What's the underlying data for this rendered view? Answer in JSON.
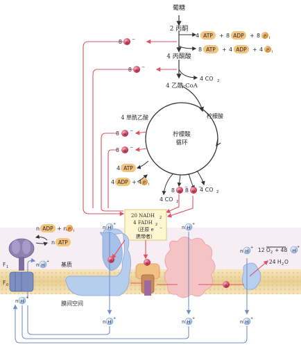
{
  "colors": {
    "red_arrow": "#e0505f",
    "blue_arrow": "#6f8fc8",
    "black_arrow": "#333333",
    "membrane": "#f1dcae",
    "matrix_bg": "#f7ecf3",
    "atp_pill": "#f3c47f",
    "electron": "#e2436a",
    "proton": "#cfe0f5",
    "complex_I": "#b9cff0",
    "complex_III": "#f6b9ba",
    "atp_synthase": "#9a8fb8",
    "center_box": "#fff6cc"
  },
  "icons": [
    "electron-ball",
    "proton-ball",
    "phosphate-ball",
    "atp-pill",
    "adp-pill"
  ],
  "glycolysis": {
    "glucose": "葡糖",
    "pyruvate_2": "2 丙酮",
    "eq1": {
      "c1": "4",
      "atp": "ATP",
      "plus1": "+",
      "c2": "8",
      "adp": "ADP",
      "plus2": "+",
      "c3": "8",
      "p": "P",
      "sub": "i"
    },
    "eq2": {
      "c1": "8",
      "atp": "ATP",
      "plus1": "+",
      "c2": "4",
      "adp": "ADP",
      "plus2": "+",
      "c3": "4",
      "p": "P",
      "sub": "i"
    },
    "pyruvate_4": "4 丙酮酸",
    "co2_4": "4 CO",
    "co2_sub": "2",
    "acetyl": "4 乙酰-CoA"
  },
  "electrons": {
    "e1": "8",
    "e2": "8",
    "e3": "8",
    "e4": "8",
    "e5": "8",
    "sym": "e",
    "sup": "−"
  },
  "cycle": {
    "oxaloacetate": "4 草酰乙酸",
    "citrate": "柠檬酸",
    "label_line1": "柠檬酸",
    "label_line2": "循环",
    "atp": {
      "c": "4",
      "atp": "ATP"
    },
    "adp": {
      "c1": "4",
      "adp": "ADP",
      "plus": "+ 4",
      "p": "P",
      "sub": "i"
    },
    "co2a": "4 CO",
    "co2b": "4 CO",
    "co2_sub": "2"
  },
  "carrier": {
    "line1": "20 NADH",
    "line1_sub": "2",
    "line2": "4 FADH",
    "line2_sub": "2",
    "line3": "（还原 e",
    "line3_sup": "−",
    "line4": "携带者）"
  },
  "membrane": {
    "matrix": "基质",
    "intermembrane": "膜间空间",
    "f1": "F",
    "f1_sub": "1",
    "f0": "F",
    "f0_sub": "0",
    "synth_adp": {
      "n": "n",
      "adp": "ADP",
      "plus": "+ n",
      "p": "P",
      "sub": "i"
    },
    "synth_atp": {
      "n": "n",
      "atp": "ATP"
    },
    "h_in_label": "n",
    "h_plus": "H",
    "h_sup": "+",
    "oxygen": {
      "text": "12 O",
      "sub": "2",
      "plus": "+ 48",
      "h": "H",
      "sup": "+"
    },
    "water": {
      "text": "24 H",
      "sub": "2",
      "o": "O"
    },
    "n_label": "n"
  }
}
